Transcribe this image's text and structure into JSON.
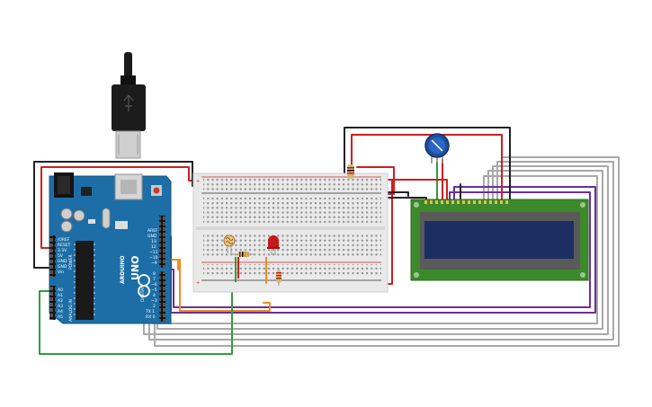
{
  "arduino": {
    "brand": "ARDUINO",
    "model": "UNO",
    "power_header_label": "POWER",
    "analog_header_label": "ANALOG IN",
    "digital_header_label": "DIGITAL",
    "power_pins": [
      "IOREF",
      "RESET",
      "3.3V",
      "5V",
      "GND",
      "GND",
      "Vin"
    ],
    "analog_pins": [
      "A0",
      "A1",
      "A2",
      "A3",
      "A4",
      "A5"
    ],
    "top_pins": [
      "AREF",
      "GND",
      "13",
      "12",
      "~11",
      "~10",
      "~9",
      "8",
      "7",
      "~6",
      "~5",
      "4",
      "~3",
      "2",
      "TX 1",
      "RX 0"
    ]
  },
  "colors": {
    "board": "#1d6ea6",
    "wire_red": "#d01f1f",
    "wire_black": "#222222",
    "wire_orange": "#f08c1e",
    "wire_green": "#2f9e3a",
    "wire_purple": "#6a2e9a",
    "wire_gray": "#a8a8a8",
    "lcd_pcb": "#3d8a2c",
    "lcd_screen": "#1c2f63",
    "potentiometer": "#1f4e9a",
    "led": "#c41a1a"
  },
  "components": [
    {
      "name": "usb-cable-icon"
    },
    {
      "name": "breadboard-icon"
    },
    {
      "name": "photoresistor-icon"
    },
    {
      "name": "resistor-icon"
    },
    {
      "name": "led-icon"
    },
    {
      "name": "potentiometer-icon"
    },
    {
      "name": "lcd-16x2-icon"
    }
  ]
}
